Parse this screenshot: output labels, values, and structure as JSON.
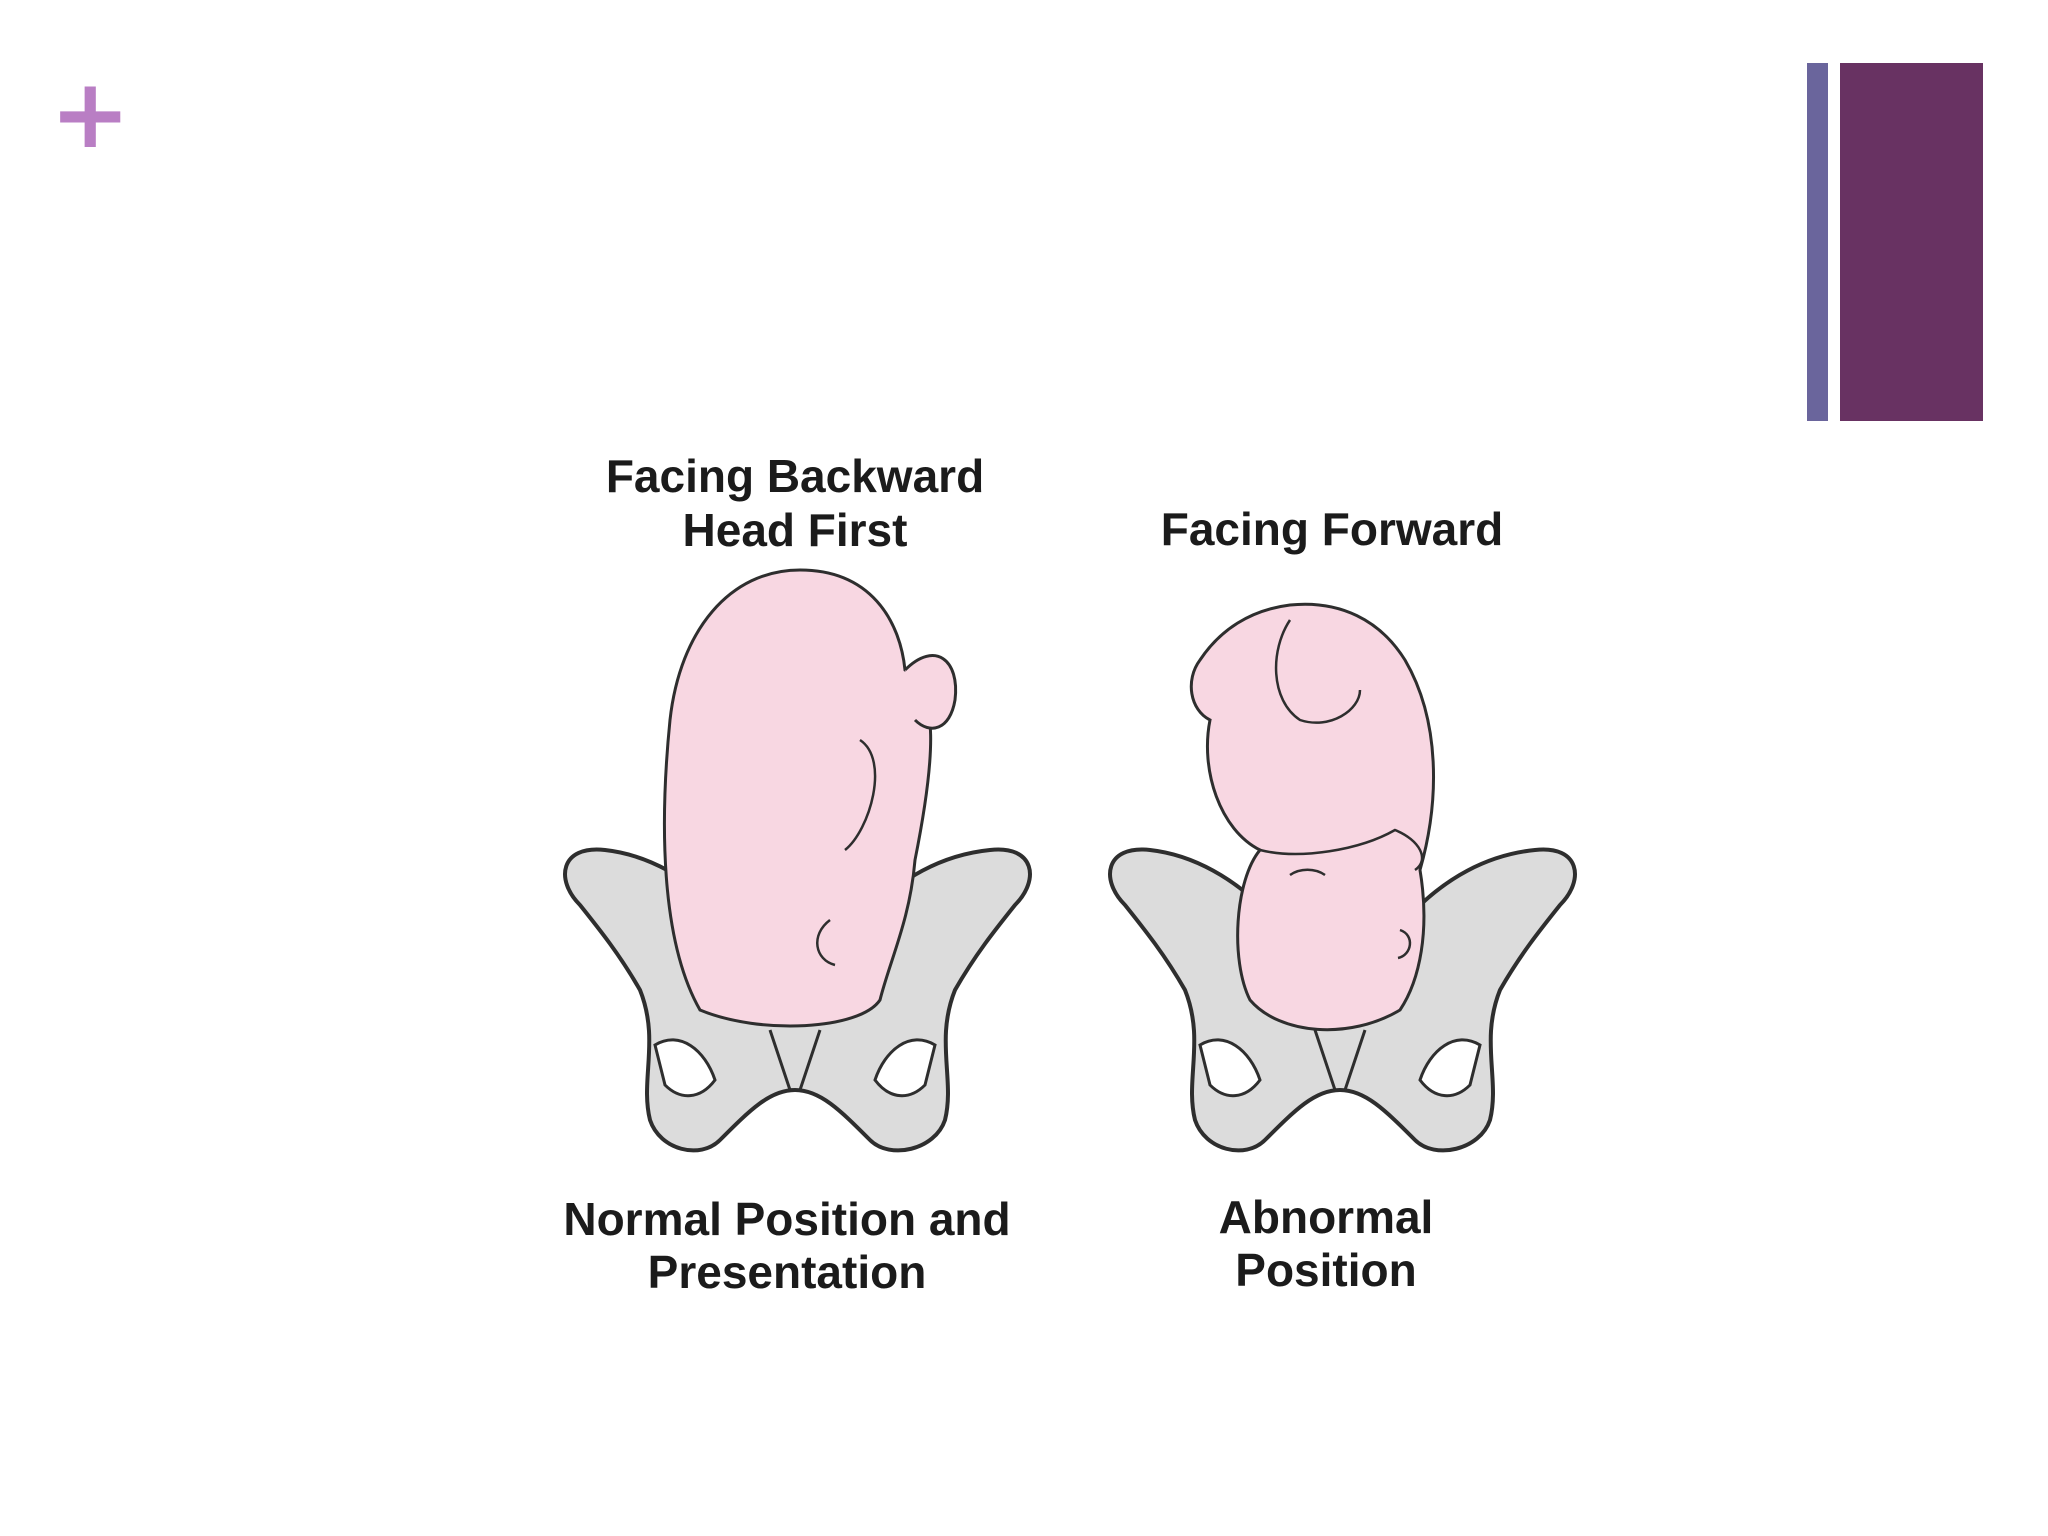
{
  "slide": {
    "plus_symbol": "+",
    "accent_colors": {
      "plus": "#b97ec4",
      "bar_thin": "#6a659c",
      "bar_thick": "#683262"
    }
  },
  "figure": {
    "left_panel": {
      "top_label_line1": "Facing Backward",
      "top_label_line2": "Head First",
      "bottom_label_line1": "Normal Position and",
      "bottom_label_line2": "Presentation"
    },
    "right_panel": {
      "top_label": "Facing Forward",
      "bottom_label_line1": "Abnormal",
      "bottom_label_line2": "Position"
    },
    "colors": {
      "baby_fill": "#f8d7e2",
      "pelvis_fill": "#dcdcdc",
      "outline": "#2e2e2e"
    }
  }
}
